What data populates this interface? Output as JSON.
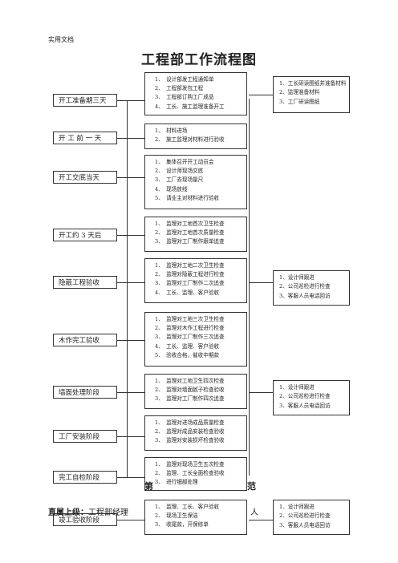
{
  "header": "实用文档",
  "title": "工程部工作流程图",
  "stages": [
    {
      "label": "开工准备期三天",
      "items": [
        "设计部发工程通知单",
        "工程部发包工程",
        "工程部订购工厂成品",
        "工长、施工监理准备开工"
      ],
      "side": [
        "工长研读图纸并准备材料",
        "监理准备材料",
        "工厂研读图纸"
      ]
    },
    {
      "label": "开 工 前 一 天",
      "items": [
        "材料进场",
        "施工监理对材料进行验收"
      ]
    },
    {
      "label": "开工交底当天",
      "items": [
        "集体召开开工动员会",
        "设计师现场交底",
        "工厂去现场量尺",
        "现场放线",
        "请业主对材料进行验收"
      ]
    },
    {
      "label": "开工约 3 天后",
      "items": [
        "监理对工地首次卫生检查",
        "监理对工地首次质量检查",
        "监理对工厂制作跟单追查"
      ]
    },
    {
      "label": "隐蔽工程验收",
      "items": [
        "监理对工地二次卫生检查",
        "监理对隐蔽工程进行检查",
        "监理对工厂制作二次追查",
        "工长、监理、客户验收"
      ],
      "side": [
        "设计师跟进",
        "公司巡检进行检查",
        "客服人员电话回访"
      ]
    },
    {
      "label": "木作完工验收",
      "items": [
        "监理对工地三次卫生检查",
        "监理对木作工程进行检查",
        "监理对工厂制作三次追查",
        "工长、监理、客户验收",
        "验收合格，催收中期款"
      ]
    },
    {
      "label": "墙面处理阶段",
      "items": [
        "监理对工地卫生四次检查",
        "监理对墙面腻子检查验收",
        "监理对工厂制作四次追查"
      ],
      "side": [
        "设计师跟进",
        "公司巡检进行检查",
        "客服人员电话回访"
      ]
    },
    {
      "label": "工厂安装阶段",
      "items": [
        "监理对进场成品质量检查",
        "监理对成品安装检查验收",
        "监理对安装损坏检查验收"
      ]
    },
    {
      "label": "完工自检阶段",
      "items": [
        "监理对现场卫生五次检查",
        "监理、工长全面检查验收",
        "进行细部处理"
      ]
    },
    {
      "label": "竣工验收阶段",
      "items": [
        "监理、工长、客户验收",
        "现场卫生保洁",
        "收尾款，开保修单"
      ],
      "side": [
        "设计师跟进",
        "公司巡检进行检查",
        "客服人员电话回访"
      ]
    }
  ],
  "footer": {
    "line1_a": "第",
    "line1_b": "范",
    "line2_label": "直属上级：",
    "line2_value": "工程部经理",
    "line2_tail": "人"
  }
}
